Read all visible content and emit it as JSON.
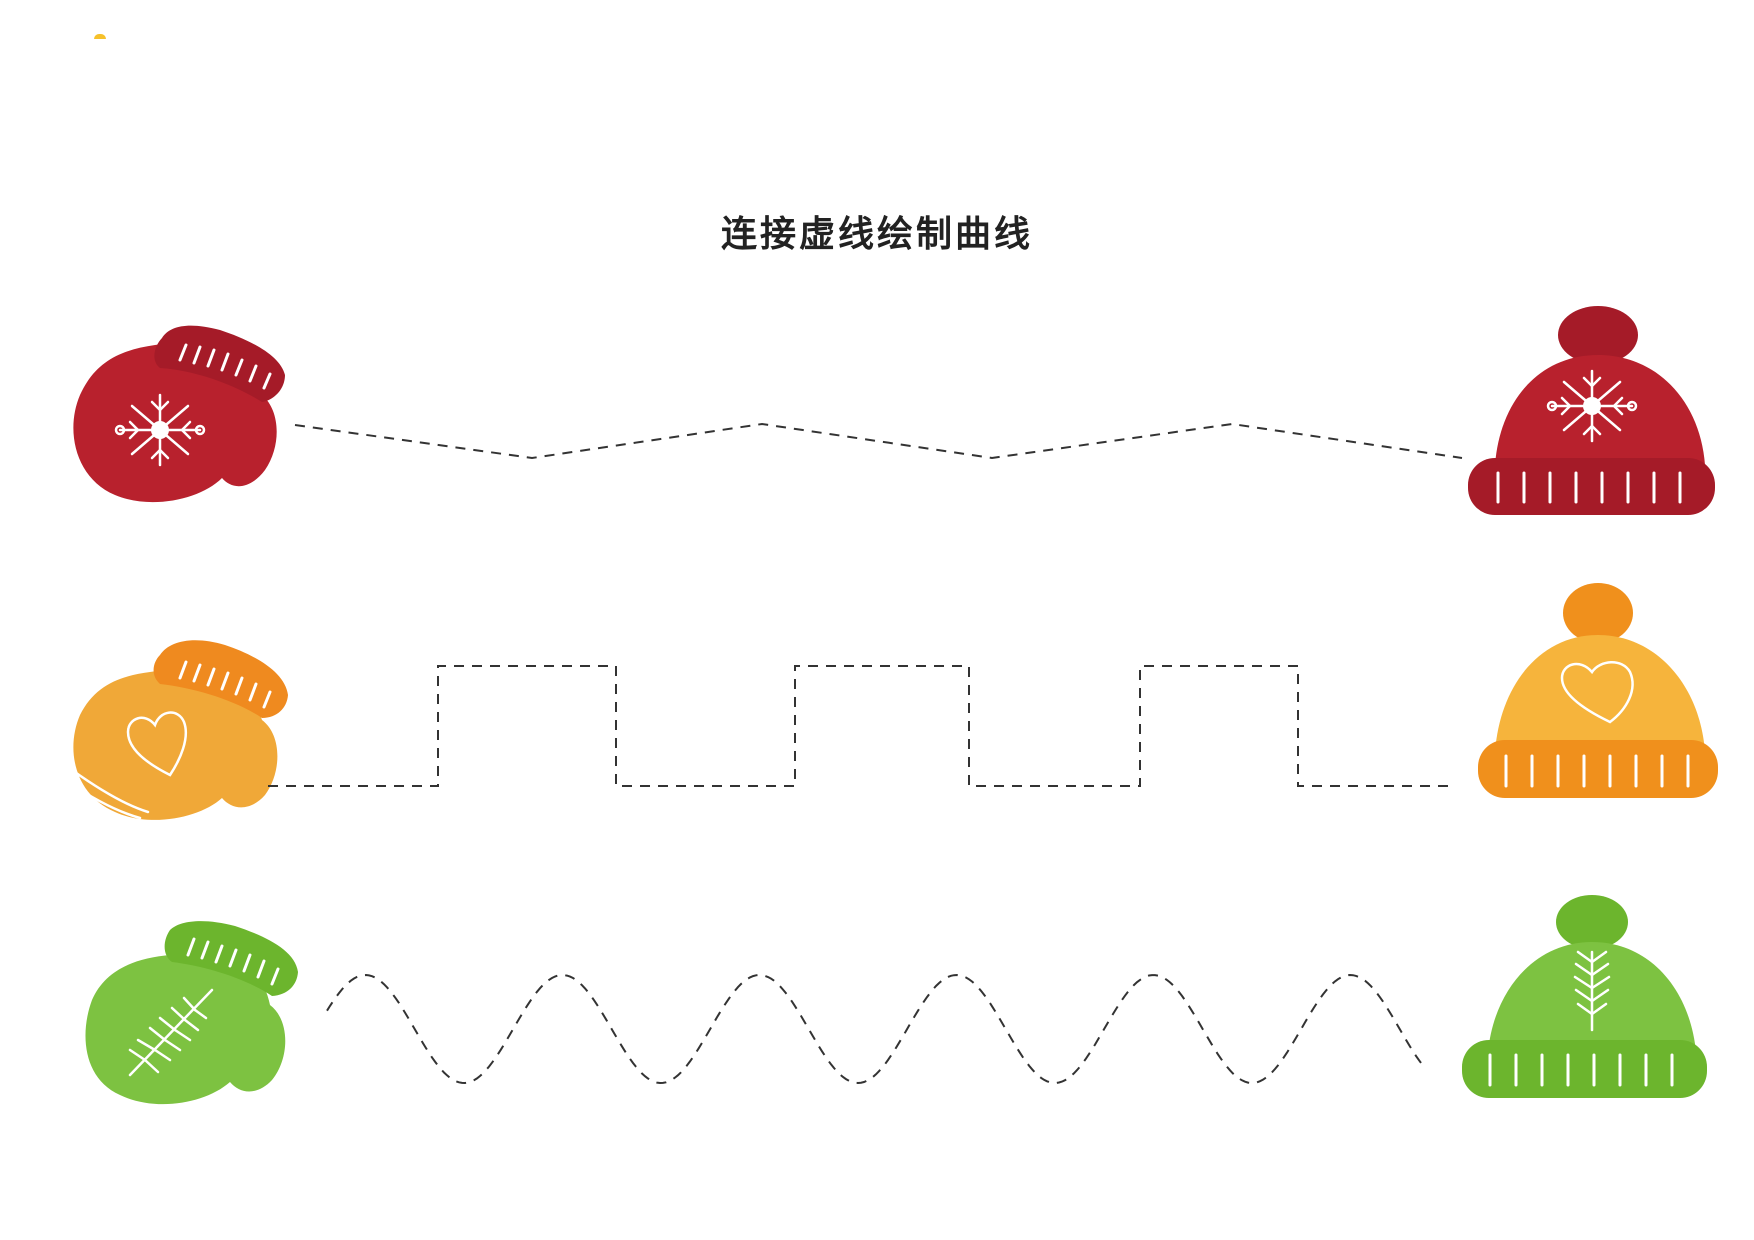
{
  "worksheet": {
    "title": "连接虚线绘制曲线"
  },
  "rows": [
    {
      "line_type": "zigzag",
      "mitten": {
        "color": "#b8212d",
        "cuff": "#a51b28",
        "motif": "snowflake-icon"
      },
      "hat": {
        "color": "#b8212d",
        "pompom": "#a51b28",
        "brim": "#a51b28",
        "motif": "snowflake-icon"
      }
    },
    {
      "line_type": "square-wave",
      "mitten": {
        "color": "#f0a838",
        "cuff": "#ef8a1f",
        "motif": "heart-icon"
      },
      "hat": {
        "color": "#f6b43c",
        "pompom": "#f0901c",
        "brim": "#f0901c",
        "motif": "heart-icon"
      }
    },
    {
      "line_type": "wave",
      "mitten": {
        "color": "#7dc241",
        "cuff": "#6cb52d",
        "motif": "pine-branch-icon"
      },
      "hat": {
        "color": "#7dc241",
        "pompom": "#6cb52d",
        "brim": "#6cb52d",
        "motif": "pine-branch-icon"
      }
    }
  ],
  "line_color": "#333333"
}
